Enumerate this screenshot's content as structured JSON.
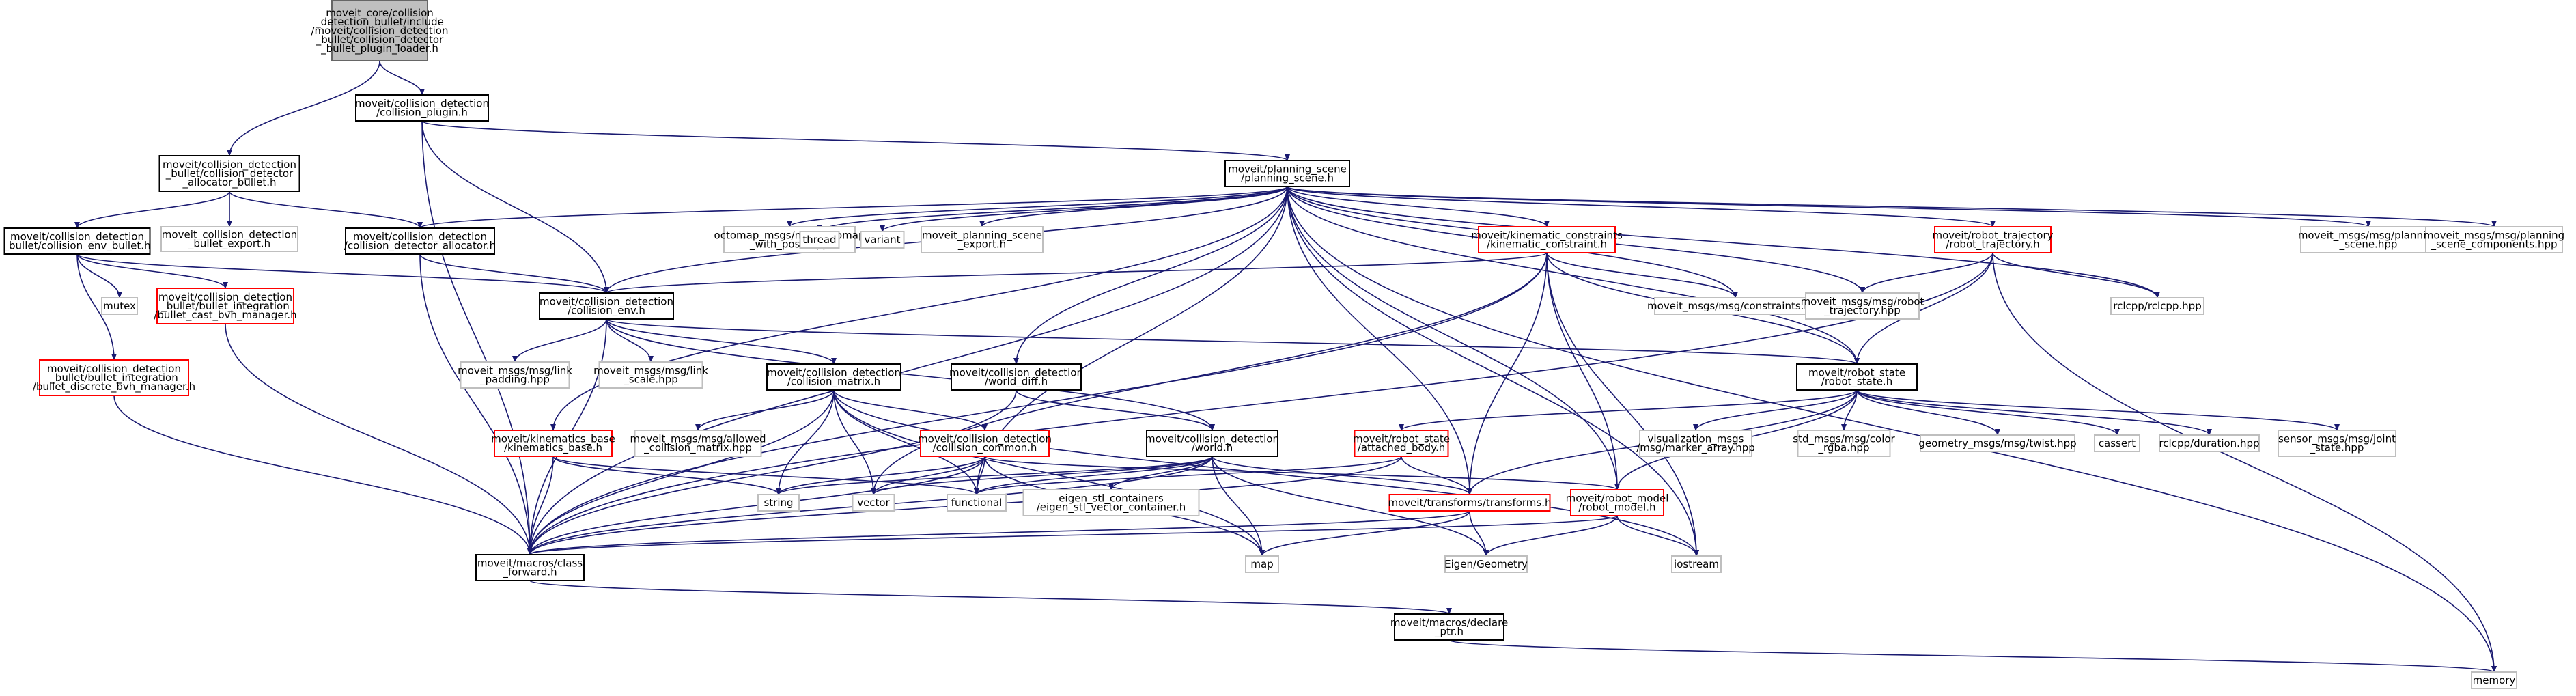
{
  "graph": {
    "colors": {
      "edge": "#191970",
      "root_fill": "#bfbfbf",
      "documented_border": "#000000",
      "external_border": "#bfbfbf",
      "truncated_border": "#ff0000"
    },
    "nodes": [
      {
        "id": "root",
        "style": "root",
        "lines": [
          "moveit_core/collision",
          "_detection_bullet/include",
          "/moveit/collision_detection",
          "_bullet/collision_detector",
          "_bullet_plugin_loader.h"
        ]
      },
      {
        "id": "plugin",
        "style": "black",
        "lines": [
          "moveit/collision_detection",
          "/collision_plugin.h"
        ]
      },
      {
        "id": "alloc_bullet",
        "style": "black",
        "lines": [
          "moveit/collision_detection",
          "_bullet/collision_detector",
          "_allocator_bullet.h"
        ]
      },
      {
        "id": "bullet_export",
        "style": "gray",
        "lines": [
          "moveit_collision_detection",
          "_bullet_export.h"
        ]
      },
      {
        "id": "env_bullet",
        "style": "black",
        "lines": [
          "moveit/collision_detection",
          "_bullet/collision_env_bullet.h"
        ]
      },
      {
        "id": "mutex",
        "style": "gray",
        "lines": [
          "mutex"
        ]
      },
      {
        "id": "cast_bvh",
        "style": "red",
        "lines": [
          "moveit/collision_detection",
          "_bullet/bullet_integration",
          "/bullet_cast_bvh_manager.h"
        ]
      },
      {
        "id": "discrete_bvh",
        "style": "red",
        "lines": [
          "moveit/collision_detection",
          "_bullet/bullet_integration",
          "/bullet_discrete_bvh_manager.h"
        ]
      },
      {
        "id": "detector_alloc",
        "style": "black",
        "lines": [
          "moveit/collision_detection",
          "/collision_detector_allocator.h"
        ]
      },
      {
        "id": "planning_scene",
        "style": "black",
        "lines": [
          "moveit/planning_scene",
          "/planning_scene.h"
        ]
      },
      {
        "id": "octomap",
        "style": "gray",
        "lines": [
          "octomap_msgs/msg/octomap",
          "_with_pose.hpp"
        ]
      },
      {
        "id": "thread",
        "style": "gray",
        "lines": [
          "thread"
        ]
      },
      {
        "id": "variant",
        "style": "gray",
        "lines": [
          "variant"
        ]
      },
      {
        "id": "ps_export",
        "style": "gray",
        "lines": [
          "moveit_planning_scene",
          "_export.h"
        ]
      },
      {
        "id": "kin_constraint",
        "style": "red",
        "lines": [
          "moveit/kinematic_constraints",
          "/kinematic_constraint.h"
        ]
      },
      {
        "id": "robot_traj",
        "style": "red",
        "lines": [
          "moveit/robot_trajectory",
          "/robot_trajectory.h"
        ]
      },
      {
        "id": "ps_msg",
        "style": "gray",
        "lines": [
          "moveit_msgs/msg/planning",
          "_scene.hpp"
        ]
      },
      {
        "id": "ps_comp_msg",
        "style": "gray",
        "lines": [
          "moveit_msgs/msg/planning",
          "_scene_components.hpp"
        ]
      },
      {
        "id": "collision_env",
        "style": "black",
        "lines": [
          "moveit/collision_detection",
          "/collision_env.h"
        ]
      },
      {
        "id": "constraints_msg",
        "style": "gray",
        "lines": [
          "moveit_msgs/msg/constraints.hpp"
        ]
      },
      {
        "id": "rt_msg",
        "style": "gray",
        "lines": [
          "moveit_msgs/msg/robot",
          "_trajectory.hpp"
        ]
      },
      {
        "id": "rclcpp",
        "style": "gray",
        "lines": [
          "rclcpp/rclcpp.hpp"
        ]
      },
      {
        "id": "link_padding",
        "style": "gray",
        "lines": [
          "moveit_msgs/msg/link",
          "_padding.hpp"
        ]
      },
      {
        "id": "link_scale",
        "style": "gray",
        "lines": [
          "moveit_msgs/msg/link",
          "_scale.hpp"
        ]
      },
      {
        "id": "collision_matrix",
        "style": "black",
        "lines": [
          "moveit/collision_detection",
          "/collision_matrix.h"
        ]
      },
      {
        "id": "world_diff",
        "style": "black",
        "lines": [
          "moveit/collision_detection",
          "/world_diff.h"
        ]
      },
      {
        "id": "robot_state",
        "style": "black",
        "lines": [
          "moveit/robot_state",
          "/robot_state.h"
        ]
      },
      {
        "id": "kin_base",
        "style": "red",
        "lines": [
          "moveit/kinematics_base",
          "/kinematics_base.h"
        ]
      },
      {
        "id": "allowed_cm",
        "style": "gray",
        "lines": [
          "moveit_msgs/msg/allowed",
          "_collision_matrix.hpp"
        ]
      },
      {
        "id": "collision_common",
        "style": "red",
        "lines": [
          "moveit/collision_detection",
          "/collision_common.h"
        ]
      },
      {
        "id": "world",
        "style": "black",
        "lines": [
          "moveit/collision_detection",
          "/world.h"
        ]
      },
      {
        "id": "attached_body",
        "style": "red",
        "lines": [
          "moveit/robot_state",
          "/attached_body.h"
        ]
      },
      {
        "id": "marker_array",
        "style": "gray",
        "lines": [
          "visualization_msgs",
          "/msg/marker_array.hpp"
        ]
      },
      {
        "id": "color_rgba",
        "style": "gray",
        "lines": [
          "std_msgs/msg/color",
          "_rgba.hpp"
        ]
      },
      {
        "id": "twist",
        "style": "gray",
        "lines": [
          "geometry_msgs/msg/twist.hpp"
        ]
      },
      {
        "id": "cassert",
        "style": "gray",
        "lines": [
          "cassert"
        ]
      },
      {
        "id": "duration",
        "style": "gray",
        "lines": [
          "rclcpp/duration.hpp"
        ]
      },
      {
        "id": "joint_state",
        "style": "gray",
        "lines": [
          "sensor_msgs/msg/joint",
          "_state.hpp"
        ]
      },
      {
        "id": "string",
        "style": "gray",
        "lines": [
          "string"
        ]
      },
      {
        "id": "vector",
        "style": "gray",
        "lines": [
          "vector"
        ]
      },
      {
        "id": "functional",
        "style": "gray",
        "lines": [
          "functional"
        ]
      },
      {
        "id": "eigen_stl",
        "style": "gray",
        "lines": [
          "eigen_stl_containers",
          "/eigen_stl_vector_container.h"
        ]
      },
      {
        "id": "transforms",
        "style": "red",
        "lines": [
          "moveit/transforms/transforms.h"
        ]
      },
      {
        "id": "robot_model",
        "style": "red",
        "lines": [
          "moveit/robot_model",
          "/robot_model.h"
        ]
      },
      {
        "id": "class_forward",
        "style": "black",
        "lines": [
          "moveit/macros/class",
          "_forward.h"
        ]
      },
      {
        "id": "map",
        "style": "gray",
        "lines": [
          "map"
        ]
      },
      {
        "id": "eigen_geometry",
        "style": "gray",
        "lines": [
          "Eigen/Geometry"
        ]
      },
      {
        "id": "iostream",
        "style": "gray",
        "lines": [
          "iostream"
        ]
      },
      {
        "id": "declare_ptr",
        "style": "black",
        "lines": [
          "moveit/macros/declare",
          "_ptr.h"
        ]
      },
      {
        "id": "memory",
        "style": "gray",
        "lines": [
          "memory"
        ]
      }
    ],
    "edges": [
      [
        "root",
        "plugin"
      ],
      [
        "root",
        "alloc_bullet"
      ],
      [
        "plugin",
        "planning_scene"
      ],
      [
        "plugin",
        "collision_env"
      ],
      [
        "plugin",
        "class_forward"
      ],
      [
        "alloc_bullet",
        "env_bullet"
      ],
      [
        "alloc_bullet",
        "bullet_export"
      ],
      [
        "alloc_bullet",
        "detector_alloc"
      ],
      [
        "env_bullet",
        "mutex"
      ],
      [
        "env_bullet",
        "cast_bvh"
      ],
      [
        "env_bullet",
        "discrete_bvh"
      ],
      [
        "env_bullet",
        "collision_env"
      ],
      [
        "cast_bvh",
        "class_forward"
      ],
      [
        "discrete_bvh",
        "class_forward"
      ],
      [
        "detector_alloc",
        "collision_env"
      ],
      [
        "detector_alloc",
        "class_forward"
      ],
      [
        "planning_scene",
        "detector_alloc"
      ],
      [
        "planning_scene",
        "octomap"
      ],
      [
        "planning_scene",
        "thread"
      ],
      [
        "planning_scene",
        "variant"
      ],
      [
        "planning_scene",
        "ps_export"
      ],
      [
        "planning_scene",
        "kin_constraint"
      ],
      [
        "planning_scene",
        "robot_traj"
      ],
      [
        "planning_scene",
        "ps_msg"
      ],
      [
        "planning_scene",
        "ps_comp_msg"
      ],
      [
        "planning_scene",
        "collision_env"
      ],
      [
        "planning_scene",
        "world_diff"
      ],
      [
        "planning_scene",
        "constraints_msg"
      ],
      [
        "planning_scene",
        "rt_msg"
      ],
      [
        "planning_scene",
        "rclcpp"
      ],
      [
        "planning_scene",
        "robot_state"
      ],
      [
        "planning_scene",
        "transforms"
      ],
      [
        "planning_scene",
        "robot_model"
      ],
      [
        "planning_scene",
        "class_forward"
      ],
      [
        "planning_scene",
        "functional"
      ],
      [
        "planning_scene",
        "kin_base"
      ],
      [
        "planning_scene",
        "memory"
      ],
      [
        "planning_scene",
        "iostream"
      ],
      [
        "kin_constraint",
        "collision_env"
      ],
      [
        "kin_constraint",
        "constraints_msg"
      ],
      [
        "kin_constraint",
        "robot_state"
      ],
      [
        "kin_constraint",
        "robot_model"
      ],
      [
        "kin_constraint",
        "transforms"
      ],
      [
        "kin_constraint",
        "class_forward"
      ],
      [
        "kin_constraint",
        "vector"
      ],
      [
        "kin_constraint",
        "iostream"
      ],
      [
        "robot_traj",
        "robot_state"
      ],
      [
        "robot_traj",
        "rt_msg"
      ],
      [
        "robot_traj",
        "rclcpp"
      ],
      [
        "robot_traj",
        "class_forward"
      ],
      [
        "robot_traj",
        "memory"
      ],
      [
        "collision_env",
        "link_padding"
      ],
      [
        "collision_env",
        "link_scale"
      ],
      [
        "collision_env",
        "collision_matrix"
      ],
      [
        "collision_env",
        "world"
      ],
      [
        "collision_env",
        "robot_state"
      ],
      [
        "collision_env",
        "class_forward"
      ],
      [
        "collision_matrix",
        "allowed_cm"
      ],
      [
        "collision_matrix",
        "collision_common"
      ],
      [
        "collision_matrix",
        "class_forward"
      ],
      [
        "collision_matrix",
        "string"
      ],
      [
        "collision_matrix",
        "vector"
      ],
      [
        "collision_matrix",
        "map"
      ],
      [
        "collision_matrix",
        "functional"
      ],
      [
        "collision_matrix",
        "iostream"
      ],
      [
        "world_diff",
        "world"
      ],
      [
        "world_diff",
        "class_forward"
      ],
      [
        "robot_state",
        "attached_body"
      ],
      [
        "robot_state",
        "transforms"
      ],
      [
        "robot_state",
        "robot_model"
      ],
      [
        "robot_state",
        "marker_array"
      ],
      [
        "robot_state",
        "color_rgba"
      ],
      [
        "robot_state",
        "twist"
      ],
      [
        "robot_state",
        "cassert"
      ],
      [
        "robot_state",
        "duration"
      ],
      [
        "robot_state",
        "joint_state"
      ],
      [
        "kin_base",
        "string"
      ],
      [
        "kin_base",
        "functional"
      ],
      [
        "kin_base",
        "class_forward"
      ],
      [
        "collision_common",
        "robot_model"
      ],
      [
        "collision_common",
        "vector"
      ],
      [
        "collision_common",
        "string"
      ],
      [
        "collision_common",
        "map"
      ],
      [
        "collision_common",
        "functional"
      ],
      [
        "collision_common",
        "class_forward"
      ],
      [
        "world",
        "string"
      ],
      [
        "world",
        "vector"
      ],
      [
        "world",
        "map"
      ],
      [
        "world",
        "functional"
      ],
      [
        "world",
        "eigen_stl"
      ],
      [
        "world",
        "transforms"
      ],
      [
        "world",
        "eigen_geometry"
      ],
      [
        "world",
        "class_forward"
      ],
      [
        "attached_body",
        "transforms"
      ],
      [
        "attached_body",
        "functional"
      ],
      [
        "attached_body",
        "class_forward"
      ],
      [
        "transforms",
        "eigen_geometry"
      ],
      [
        "transforms",
        "map"
      ],
      [
        "transforms",
        "class_forward"
      ],
      [
        "robot_model",
        "eigen_geometry"
      ],
      [
        "robot_model",
        "iostream"
      ],
      [
        "robot_model",
        "class_forward"
      ],
      [
        "class_forward",
        "declare_ptr"
      ],
      [
        "declare_ptr",
        "memory"
      ]
    ]
  }
}
